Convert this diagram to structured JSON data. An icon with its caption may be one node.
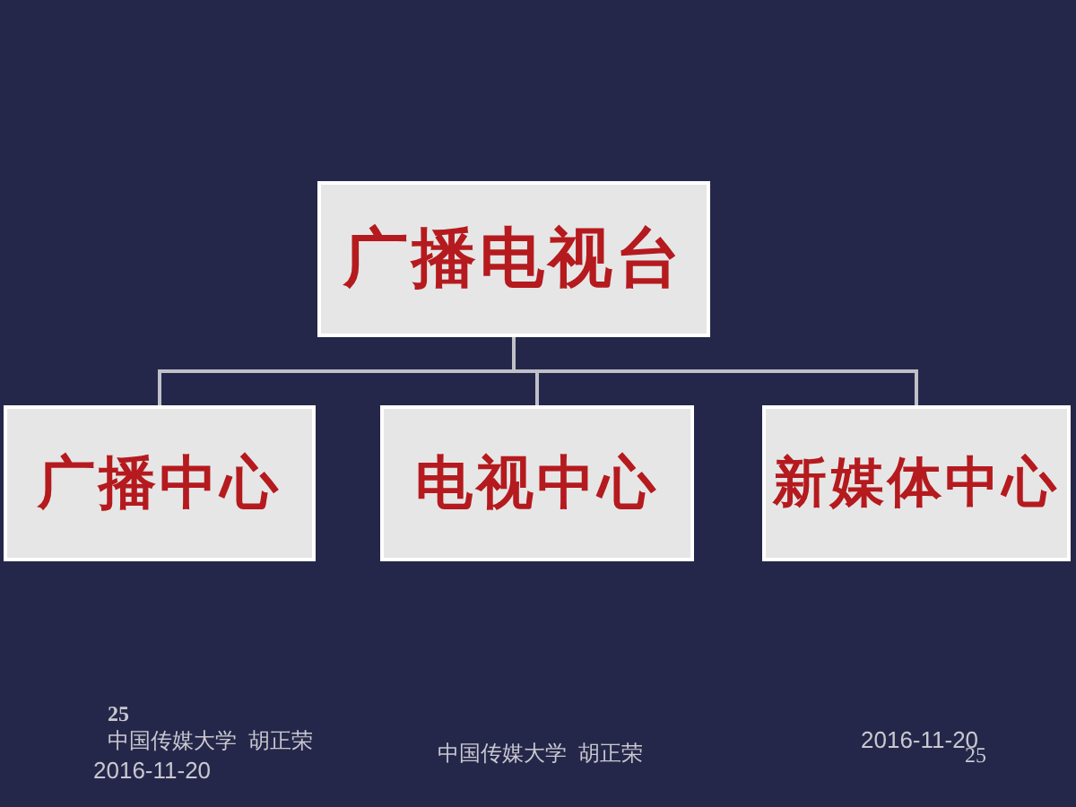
{
  "diagram": {
    "nodes": [
      {
        "text": [
          "广播电视台"
        ]
      },
      {
        "text": [
          "广播中心"
        ]
      },
      {
        "text": [
          "电视中心"
        ]
      },
      {
        "text": [
          "新媒体中心"
        ]
      }
    ],
    "edges": [
      {
        "from": 0,
        "to": 1,
        "arrow": "none"
      },
      {
        "from": 0,
        "to": 2,
        "arrow": "none"
      },
      {
        "from": 0,
        "to": 3,
        "arrow": "none"
      }
    ],
    "labels": [
      "25",
      "中国传媒大学  胡正荣",
      "2016-11-20",
      "中国传媒大学  胡正荣",
      "2016-11-20",
      "25"
    ]
  }
}
